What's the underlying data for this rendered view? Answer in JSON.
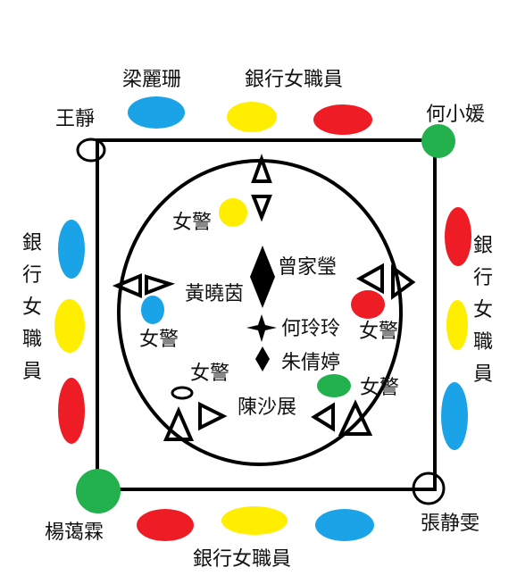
{
  "colors": {
    "blue": "#1aa3e6",
    "yellow": "#ffee00",
    "red": "#ee1c24",
    "green": "#22b14c",
    "black": "#000000"
  },
  "labels": {
    "top_left_name": "梁麗珊",
    "top_bank_staff": "銀行女職員",
    "corner_tl": "王靜",
    "corner_tr": "何小媛",
    "left_bank_staff": "銀行女職員",
    "right_bank_staff": "銀行女職員",
    "corner_bl": "楊蔼霖",
    "corner_br": "張静雯",
    "bottom_bank_staff": "銀行女職員",
    "police_upper": "女警",
    "tsang": "曾家瑩",
    "wong": "黃曉茵",
    "police_left": "女警",
    "ho": "何玲玲",
    "police_right": "女警",
    "chu": "朱倩婷",
    "police_lower_left": "女警",
    "police_lower_right": "女警",
    "chan": "陳沙展"
  }
}
